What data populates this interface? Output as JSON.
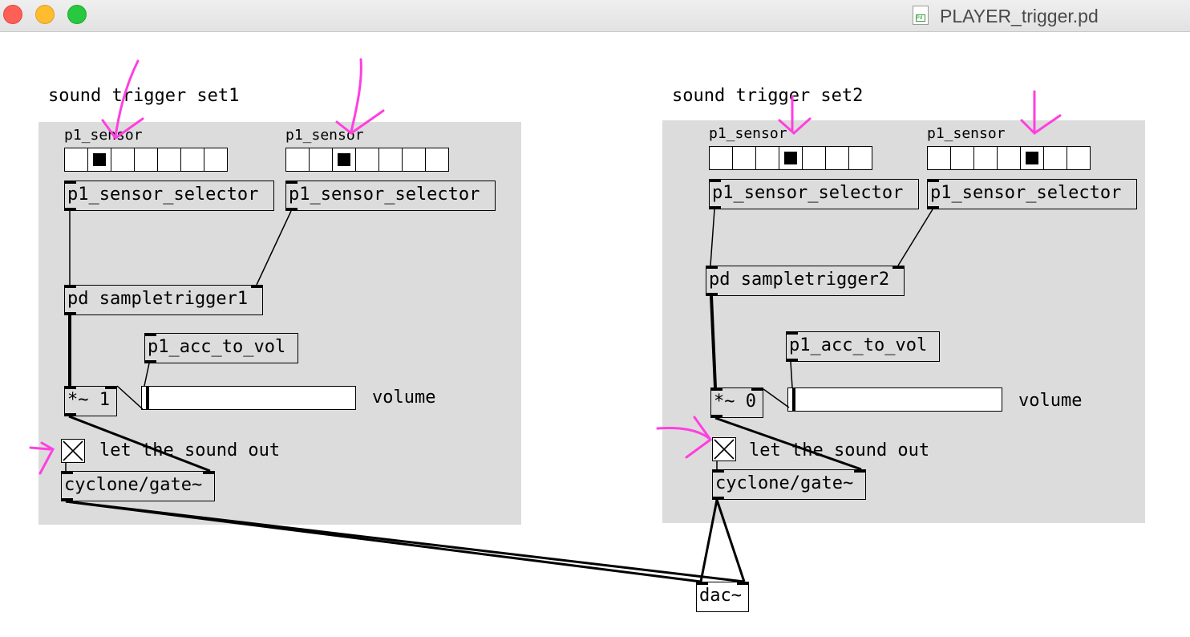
{
  "window": {
    "title": "PLAYER_trigger.pd",
    "file_icon": "pd-file-icon",
    "controls": [
      "close",
      "minimize",
      "zoom"
    ]
  },
  "sets": [
    {
      "heading": "sound trigger set1",
      "sensor_labels": [
        "p1_sensor",
        "p1_sensor"
      ],
      "radio_selected": [
        1,
        2
      ],
      "radio_cells": 7,
      "selectors": [
        "p1_sensor_selector",
        "p1_sensor_selector"
      ],
      "sample_trigger": "pd sampletrigger1",
      "acc_to_vol": "p1_acc_to_vol",
      "multiplier": "*~ 1",
      "volume_label": "volume",
      "toggle_label": "let the sound out",
      "toggle_checked": true,
      "gate": "cyclone/gate~"
    },
    {
      "heading": "sound trigger set2",
      "sensor_labels": [
        "p1_sensor",
        "p1_sensor"
      ],
      "radio_selected": [
        3,
        4
      ],
      "radio_cells": 7,
      "selectors": [
        "p1_sensor_selector",
        "p1_sensor_selector"
      ],
      "sample_trigger": "pd sampletrigger2",
      "acc_to_vol": "p1_acc_to_vol",
      "multiplier": "*~ 0",
      "volume_label": "volume",
      "toggle_label": "let the sound out",
      "toggle_checked": true,
      "gate": "cyclone/gate~"
    }
  ],
  "dac": "dac~",
  "annotation_color": "#ff3fe0"
}
